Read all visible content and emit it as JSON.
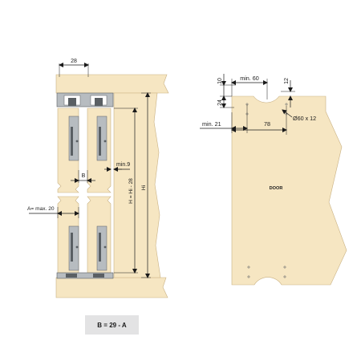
{
  "colors": {
    "wood": "#f6e6c2",
    "wood_edge": "#c9b183",
    "metal": "#b7bcc0",
    "metal_dark": "#5a5f63",
    "line": "#1a1a1a",
    "formula_bg": "#e3e3e4"
  },
  "left_view": {
    "dim_top_width": "28",
    "dim_b": "B",
    "dim_gap": "min.9",
    "dim_a": "A= max. 20",
    "dim_h": "H = Hi - 28",
    "dim_hi": "Hi"
  },
  "right_view": {
    "dim_min60": "min. 60",
    "dim_10": "10",
    "dim_12": "12",
    "dim_24": "24",
    "dim_min21": "min. 21",
    "dim_78": "78",
    "dim_hole": "Ø60 x 12",
    "door_label": "DOOR"
  },
  "formula": "B = 29 - A"
}
